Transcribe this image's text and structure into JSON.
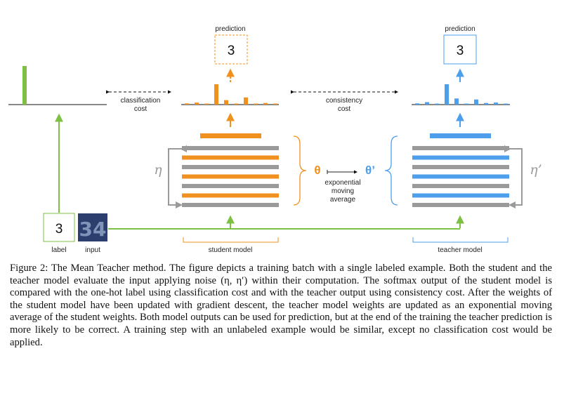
{
  "figure": {
    "labels": {
      "prediction_student": "prediction",
      "prediction_teacher": "prediction",
      "prediction_student_value": "3",
      "prediction_teacher_value": "3",
      "classification_line1": "classification",
      "classification_line2": "cost",
      "consistency_line1": "consistency",
      "consistency_line2": "cost",
      "eta": "η",
      "eta_prime": "η’",
      "theta": "θ",
      "theta_prime": "θ’",
      "ema_line1": "exponential",
      "ema_line2": "moving",
      "ema_line3": "average",
      "label_value": "3",
      "label_caption": "label",
      "input_caption": "input",
      "input_digits": "34",
      "student_model": "student model",
      "teacher_model": "teacher model"
    },
    "colors": {
      "student": "#f0901e",
      "teacher": "#4d9fec",
      "label": "#7ec043",
      "noise_layer": "#9a9a9a",
      "input_bg": "#2c3e6e"
    },
    "histograms": {
      "label_onehot": [
        0,
        1,
        0,
        0,
        0,
        0,
        0,
        0,
        0,
        0
      ],
      "student_softmax": [
        0.06,
        0.1,
        0.05,
        1.0,
        0.22,
        0.05,
        0.35,
        0.05,
        0.08,
        0.05
      ],
      "teacher_softmax": [
        0.06,
        0.12,
        0.05,
        1.0,
        0.3,
        0.05,
        0.25,
        0.08,
        0.1,
        0.05
      ]
    }
  },
  "caption": {
    "text": "Figure 2: The Mean Teacher method. The figure depicts a training batch with a single labeled example. Both the student and the teacher model evaluate the input applying noise (η, η′) within their computation. The softmax output of the student model is compared with the one-hot label using classification cost and with the teacher output using consistency cost. After the weights of the student model have been updated with gradient descent, the teacher model weights are updated as an exponential moving average of the student weights. Both model outputs can be used for prediction, but at the end of the training the teacher prediction is more likely to be correct. A training step with an unlabeled example would be similar, except no classification cost would be applied."
  }
}
